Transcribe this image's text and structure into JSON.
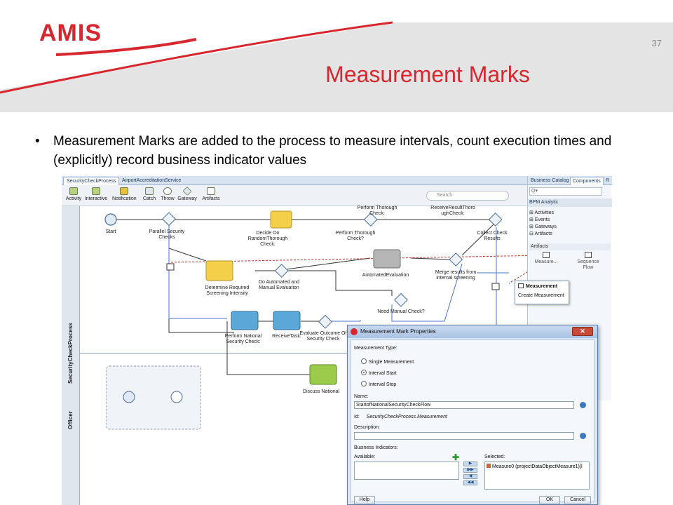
{
  "slide": {
    "logo": "AMIS",
    "number": "37",
    "title": "Measurement Marks",
    "bullet": "Measurement Marks are added to the process to measure intervals, count execution times and (explicitly) record business indicator values"
  },
  "editor": {
    "tabs": [
      "SecurityCheckProcess",
      "AirportAccreditationService"
    ],
    "toolbar": [
      "Activity",
      "Interactive",
      "Notification",
      "Catch",
      "Throw",
      "Gateway",
      "Artifacts"
    ],
    "search_placeholder": "Search",
    "lanes": [
      "SecurityCheckProcess",
      "Officer"
    ],
    "nodes": {
      "start": "Start",
      "parallel": "Parallel Security Checks",
      "decide": "Decide On RandomThorough Check:",
      "thorough": "Perform Thorough Check?",
      "perform_thorough_top": "Perform Thorough Check:",
      "receive_result_top": "ReceiveResultThoro ughCheck:",
      "collect": "Collect Check Results",
      "determine": "Determine Required Screening Intensity",
      "do_auto": "Do Automated and Manual Evaluation",
      "automated": "AutomatedEvaluation",
      "merge": "Merge results from internal screening",
      "need_manual": "Need Manual Check?",
      "national": "Perform National Security Check:",
      "receive_task": "ReceiveTask:",
      "evaluate": "Evaluate Outcome Of Security Check",
      "discuss": "Discuss National"
    }
  },
  "palette": {
    "tabs": [
      "Business Catalog",
      "Components",
      "R"
    ],
    "group": "BPM Analytic",
    "rows": [
      "Activities",
      "Events",
      "Gateways",
      "Artifacts"
    ],
    "section": "Artifacts",
    "items": [
      "Measure...",
      "Sequence Flow"
    ],
    "tooltip_title": "Measurement",
    "tooltip_text": "Create Measurement"
  },
  "dialog": {
    "title": "Measurement Mark Properties",
    "type_label": "Measurement Type:",
    "options": [
      "Single Measurement",
      "Interval Start",
      "Interval Stop"
    ],
    "selected_option": "Interval Start",
    "name_label": "Name:",
    "name_value": "StartofNationalSecurityCheckFlow",
    "id_label": "Id:",
    "id_value": "SecurityCheckProcess.Measurement",
    "description_label": "Description:",
    "description_value": "",
    "bi_label": "Business Indicators:",
    "available_label": "Available:",
    "selected_label": "Selected:",
    "selected_item": "Measure0 (projectDataObjectMeasure1)[I",
    "help": "Help",
    "ok": "OK",
    "cancel": "Cancel"
  },
  "colors": {
    "brand_red": "#d7262e",
    "task_yellow": "#f4cf4a",
    "task_blue": "#5aa7d8",
    "task_green": "#9acb4a",
    "flow_red": "#c0392b"
  }
}
